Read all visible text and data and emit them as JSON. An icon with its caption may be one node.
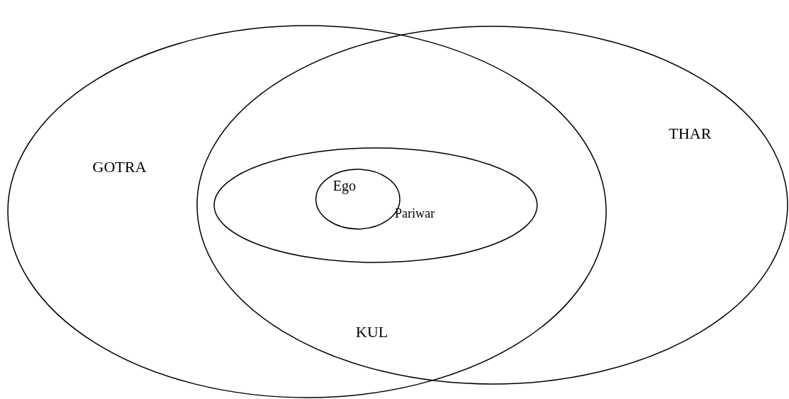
{
  "diagram": {
    "nodes": [
      {
        "text": [
          "GOTRA"
        ]
      },
      {
        "text": [
          "THAR"
        ]
      },
      {
        "text": [
          "Pariwar"
        ]
      },
      {
        "text": [
          "Ego"
        ],
        "in": 2
      }
    ],
    "labels": [
      "KUL"
    ]
  }
}
